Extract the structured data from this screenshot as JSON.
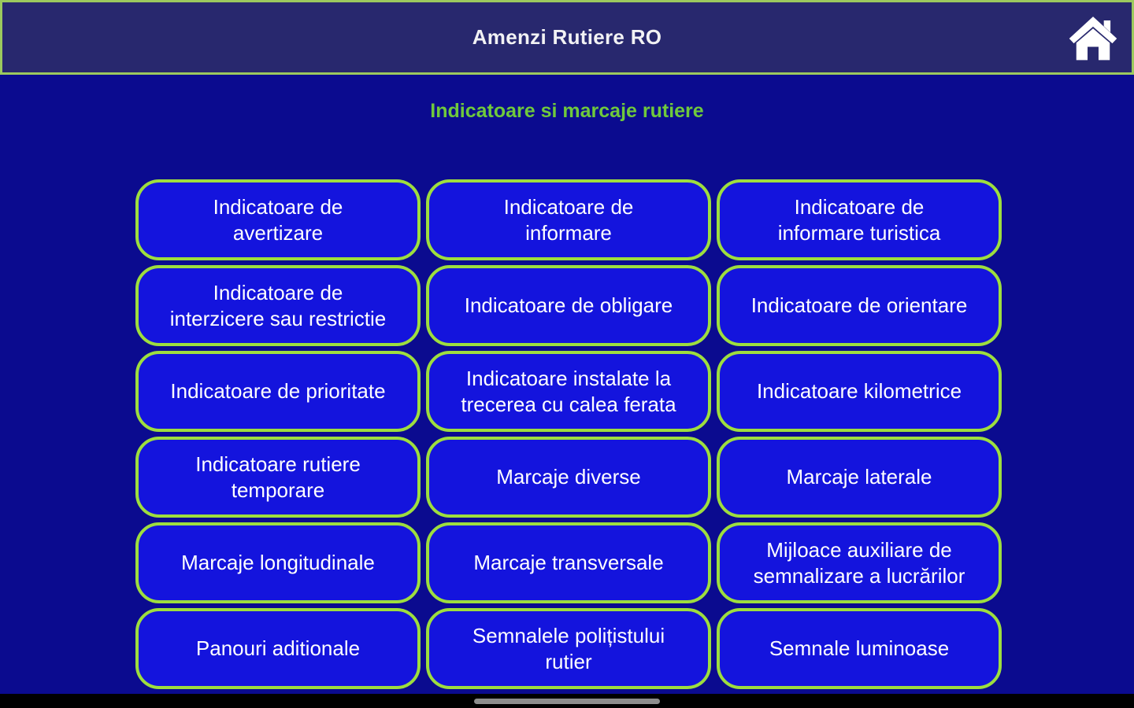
{
  "header": {
    "title": "Amenzi Rutiere RO"
  },
  "page": {
    "subtitle": "Indicatoare si marcaje rutiere"
  },
  "icons": {
    "home": "home-icon"
  },
  "grid": {
    "buttons": [
      {
        "label": "Indicatoare de\navertizare"
      },
      {
        "label": "Indicatoare de\ninformare"
      },
      {
        "label": "Indicatoare de\ninformare turistica"
      },
      {
        "label": "Indicatoare de\ninterzicere sau restrictie"
      },
      {
        "label": "Indicatoare de obligare"
      },
      {
        "label": "Indicatoare de orientare"
      },
      {
        "label": "Indicatoare de prioritate"
      },
      {
        "label": "Indicatoare instalate la\ntrecerea cu calea ferata"
      },
      {
        "label": "Indicatoare kilometrice"
      },
      {
        "label": "Indicatoare rutiere\ntemporare"
      },
      {
        "label": "Marcaje diverse"
      },
      {
        "label": "Marcaje laterale"
      },
      {
        "label": "Marcaje longitudinale"
      },
      {
        "label": "Marcaje transversale"
      },
      {
        "label": "Mijloace auxiliare de\nsemnalizare a lucrărilor"
      },
      {
        "label": "Panouri aditionale"
      },
      {
        "label": "Semnalele polițistului\nrutier"
      },
      {
        "label": "Semnale luminoase"
      }
    ]
  },
  "colors": {
    "page_bg": "#0b0b8f",
    "header_bg": "#28286e",
    "header_border": "#9cc95e",
    "title_text": "#f2f2f4",
    "subtitle_text": "#6fc93c",
    "button_bg": "#1414dd",
    "button_border": "#9ede3e",
    "button_text": "#ffffff",
    "navbar_bg": "#000000",
    "nav_handle": "#8d8d8d"
  }
}
